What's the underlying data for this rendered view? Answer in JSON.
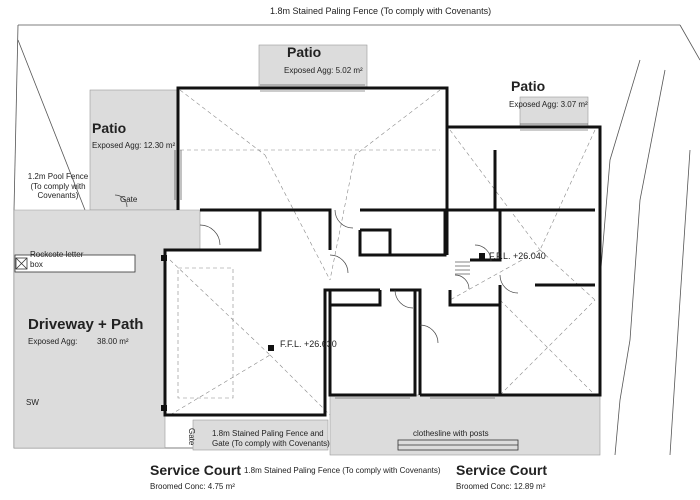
{
  "labels": {
    "top_fence": "1.8m Stained Paling Fence (To comply with Covenants)",
    "patio_title": "Patio",
    "patio_top_agg": "Exposed Agg: 5.02 m²",
    "patio_right_agg": "Exposed Agg: 3.07 m²",
    "patio_left_agg": "Exposed Agg: 12.30 m²",
    "pool_fence": "1.2m Pool Fence (To comply with Covenants)",
    "gate": "Gate",
    "letter_box": "Rockcote letter box",
    "ffl_right": "F.F.L. +26.040",
    "ffl_left": "F.F.L. +26.630",
    "driveway_title": "Driveway + Path",
    "driveway_agg_label": "Exposed Agg:",
    "driveway_agg_value": "38.00 m²",
    "sw": "SW",
    "gate_fence": "1.8m Stained Paling Fence and Gate (To comply with Covenants)",
    "clothesline": "clothesline with posts",
    "service_court": "Service Court",
    "bottom_fence": "1.8m Stained Paling Fence (To comply with Covenants)",
    "broomed_left": "Broomed Conc: 4.75 m²",
    "broomed_right": "Broomed Conc: 12.89 m²"
  },
  "colors": {
    "paving": "#dcdcdc",
    "wall": "#111111",
    "thin_line": "#666666",
    "dashed": "#888888"
  }
}
